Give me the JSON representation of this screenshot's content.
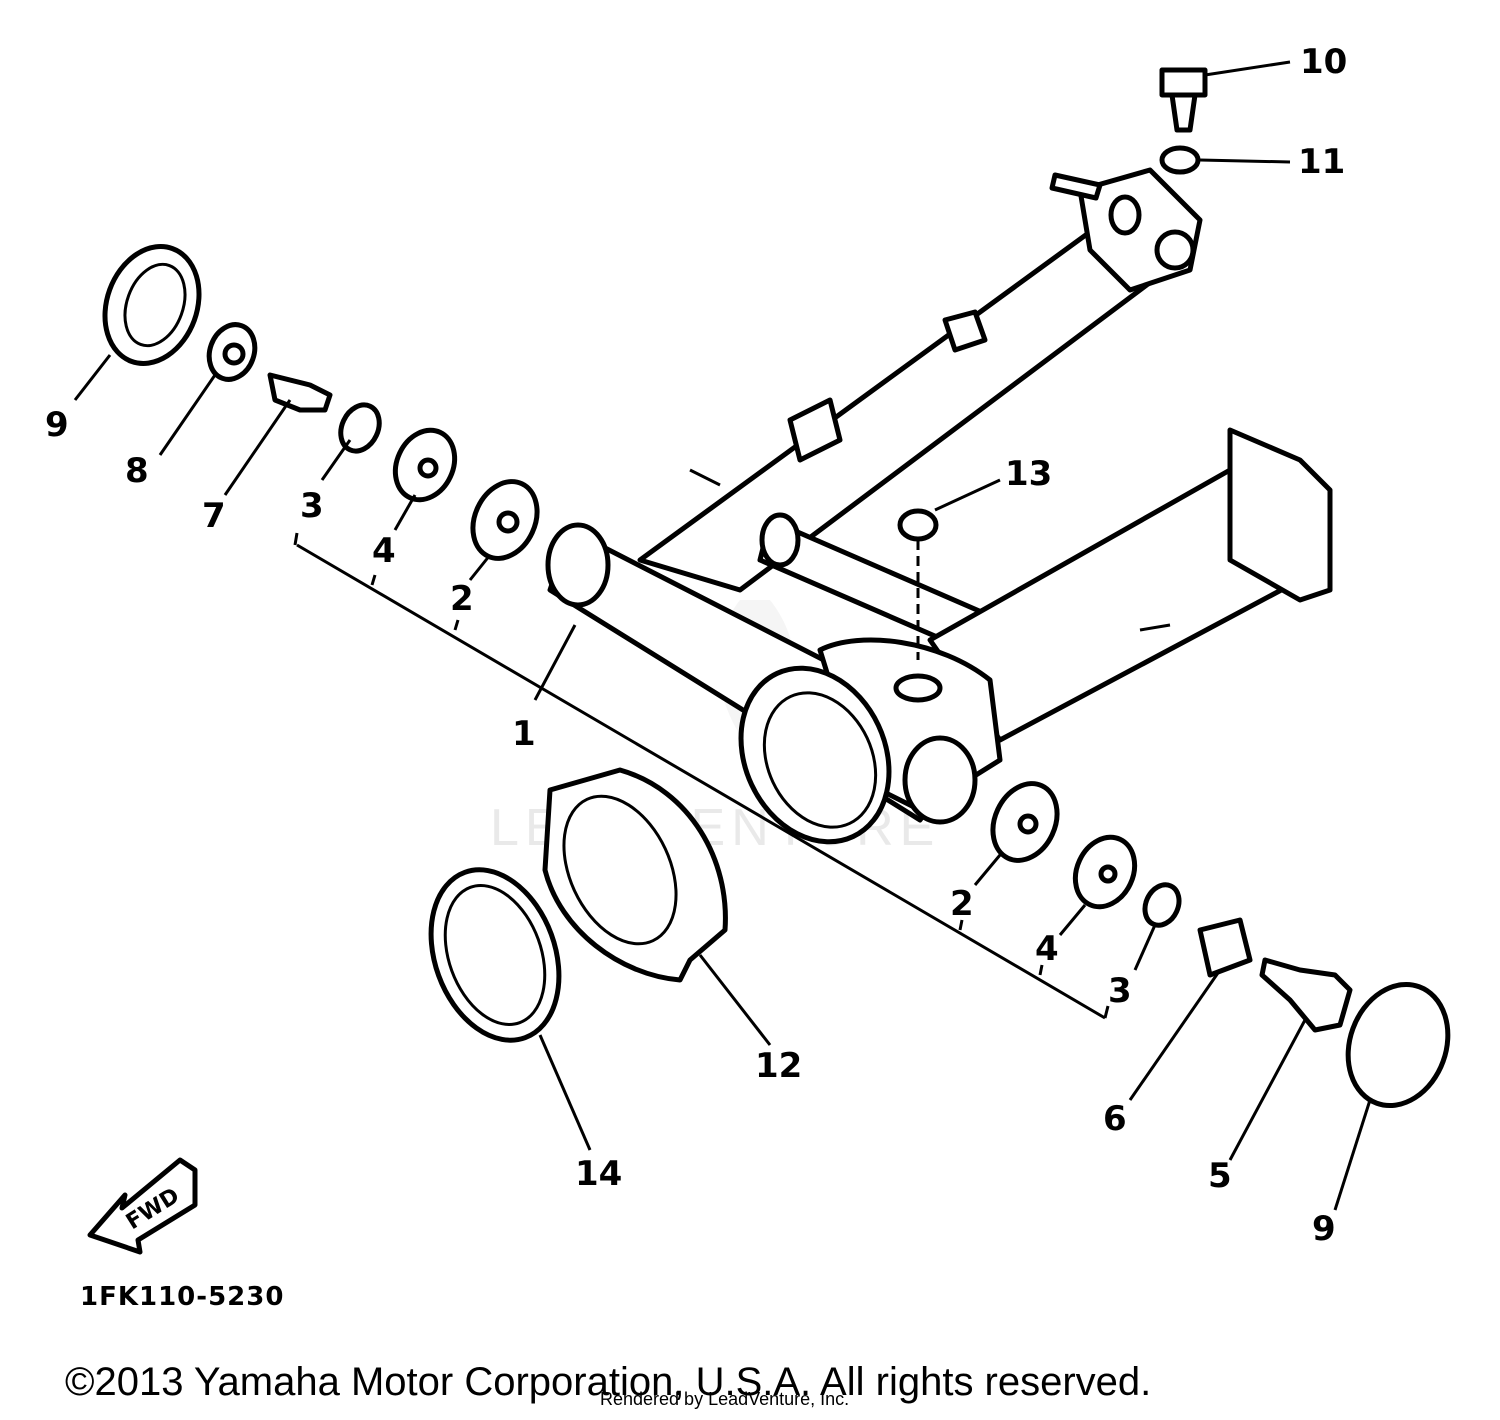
{
  "diagram": {
    "callouts": [
      "10",
      "11",
      "9",
      "8",
      "7",
      "3",
      "4",
      "2",
      "13",
      "1",
      "2",
      "4",
      "3",
      "6",
      "5",
      "9",
      "12",
      "14"
    ],
    "diagram_code": "1FK110-5230",
    "fwd_label": "FWD",
    "copyright": "©2013 Yamaha Motor Corporation, U.S.A. All rights reserved.",
    "rendered_by": "Rendered by LeadVenture, Inc.",
    "watermark": "LEADVENTURE"
  }
}
